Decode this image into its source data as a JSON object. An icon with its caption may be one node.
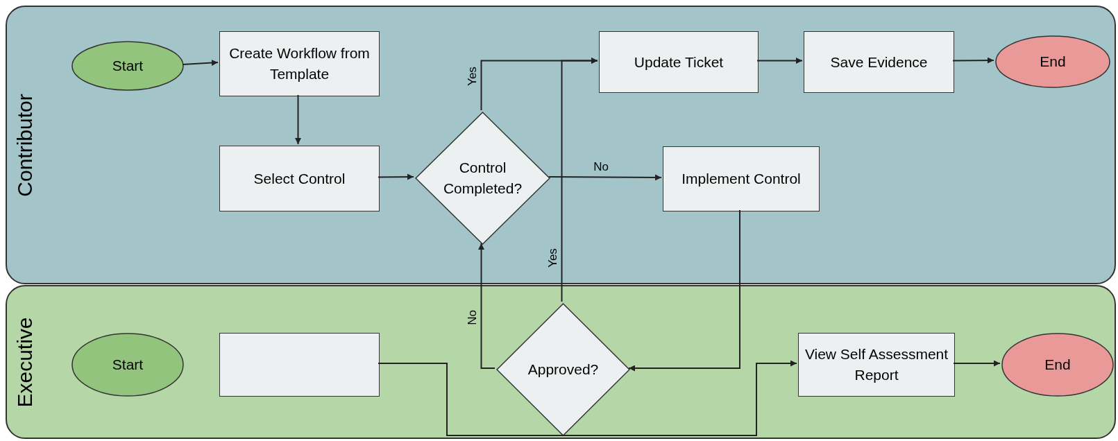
{
  "diagram": {
    "nodes": [
      {
        "text": [
          "Contributor"
        ]
      },
      {
        "text": [
          "Start"
        ],
        "in": 0
      },
      {
        "text": [
          "Create Workflow from Template"
        ],
        "in": 0
      },
      {
        "text": [
          "Select Control"
        ],
        "in": 0
      },
      {
        "text": [
          "Control Completed?"
        ],
        "in": 0
      },
      {
        "text": [
          "Update Ticket"
        ],
        "in": 0
      },
      {
        "text": [
          "Save Evidence"
        ],
        "in": 0
      },
      {
        "text": [
          "End"
        ],
        "in": 0
      },
      {
        "text": [
          "Implement Control"
        ],
        "in": 0
      },
      {
        "text": [
          "Executive"
        ]
      },
      {
        "text": [
          "Start"
        ],
        "in": 9
      },
      {
        "text": [],
        "shape": "box",
        "in": 9
      },
      {
        "text": [
          "Approved?"
        ],
        "in": 9
      },
      {
        "text": [
          "View Self Assessment Report"
        ],
        "in": 9
      },
      {
        "text": [
          "End"
        ],
        "in": 9
      }
    ],
    "edges": [
      {
        "from": 1,
        "to": 2,
        "arrow": "to"
      },
      {
        "from": 2,
        "to": 3,
        "arrow": "to"
      },
      {
        "from": 3,
        "to": 4,
        "arrow": "to"
      },
      {
        "from": 4,
        "to": 5,
        "arrow": "to",
        "label": "Yes"
      },
      {
        "from": 4,
        "to": 8,
        "arrow": "to",
        "label": "No"
      },
      {
        "from": 5,
        "to": 6,
        "arrow": "to"
      },
      {
        "from": 6,
        "to": 7,
        "arrow": "to"
      },
      {
        "from": 8,
        "to": 12,
        "arrow": "to"
      },
      {
        "from": 12,
        "to": 4,
        "arrow": "to",
        "label": "No"
      },
      {
        "from": 12,
        "to": 5,
        "arrow": "to",
        "label": "Yes"
      },
      {
        "from": 11,
        "to": 13,
        "arrow": "to"
      },
      {
        "from": 13,
        "to": 14,
        "arrow": "to"
      }
    ]
  }
}
